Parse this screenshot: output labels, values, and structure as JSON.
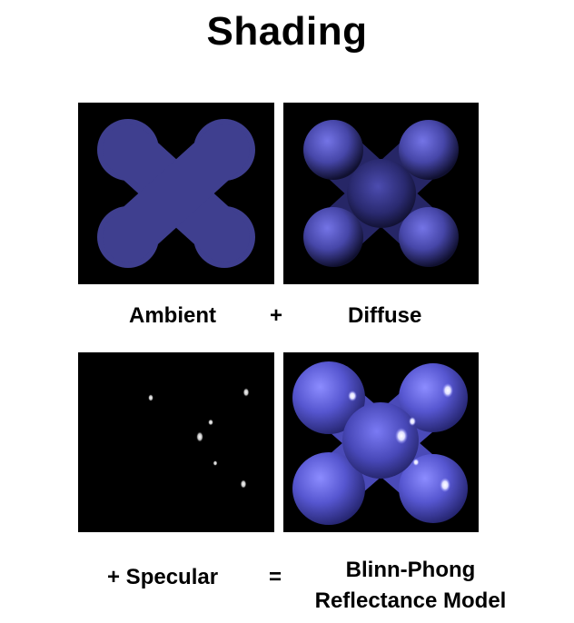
{
  "title": "Shading",
  "labels": {
    "ambient": "Ambient",
    "plus": "+",
    "diffuse": "Diffuse",
    "specular": "+ Specular",
    "equals": "=",
    "result_line1": "Blinn-Phong",
    "result_line2": "Reflectance Model"
  },
  "colors": {
    "background": "#000000",
    "ambient_blue": "#3f3f8f",
    "diffuse_blue": "#6464d8",
    "highlight": "#ffffff"
  }
}
